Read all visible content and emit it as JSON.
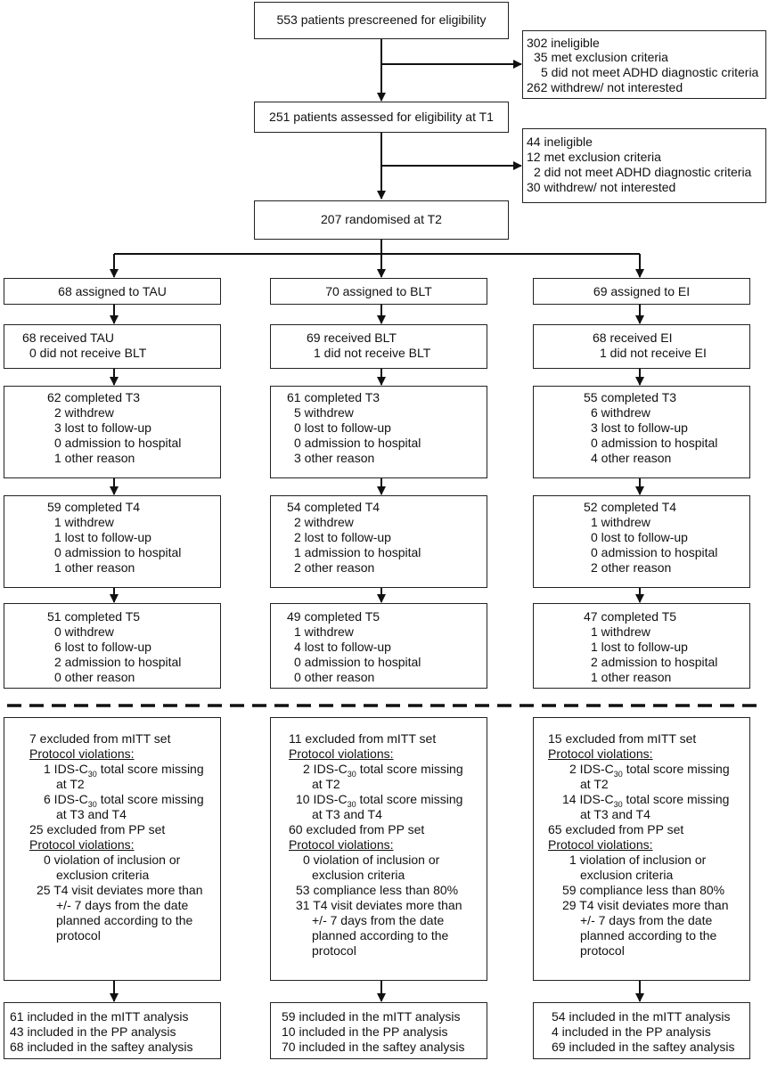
{
  "top": {
    "prescreened": "553 patients prescreened for eligibility",
    "excl1": [
      "302 ineligible",
      "35 met exclusion criteria",
      "5 did not meet ADHD diagnostic criteria",
      "262 withdrew/ not interested"
    ],
    "assessed": "251 patients assessed for eligibility at T1",
    "excl2": [
      "44 ineligible",
      "12 met exclusion criteria",
      "2 did not meet ADHD diagnostic criteria",
      "30 withdrew/ not interested"
    ],
    "randomised": "207 randomised at T2"
  },
  "arms": [
    {
      "assigned": "68 assigned to TAU",
      "received": [
        "68 received TAU",
        "0 did not receive BLT"
      ],
      "t3": [
        "62 completed T3",
        "2 withdrew",
        "3 lost to follow-up",
        "0 admission to hospital",
        "1 other reason"
      ],
      "t4": [
        "59 completed T4",
        "1 withdrew",
        "1 lost to follow-up",
        "0 admission to hospital",
        "1 other reason"
      ],
      "t5": [
        "51 completed T5",
        "0 withdrew",
        "6 lost to follow-up",
        "2 admission to hospital",
        "0 other reason"
      ],
      "excl": {
        "mitt": "7 excluded from mITT set",
        "pv1": "Protocol violations:",
        "m1a": "1 IDS-C",
        "m1sub": "30",
        "m1b": " total score missing",
        "m1c": "at T2",
        "m2a": "6 IDS-C",
        "m2sub": "30",
        "m2b": " total score missing",
        "m2c": "at T3 and T4",
        "pp": "25 excluded from PP set",
        "pv2": "Protocol violations:",
        "v": [
          "0 violation of inclusion or",
          "exclusion criteria",
          "25 T4 visit deviates more than",
          "+/- 7 days from the date",
          "planned according to the",
          "protocol"
        ]
      },
      "final": [
        "61 included in the mITT analysis",
        "43 included in the PP analysis",
        "68 included in the saftey analysis"
      ]
    },
    {
      "assigned": "70 assigned to BLT",
      "received": [
        "69 received BLT",
        "1 did not receive BLT"
      ],
      "t3": [
        "61 completed T3",
        "5 withdrew",
        "0 lost to follow-up",
        "0 admission to hospital",
        "3 other reason"
      ],
      "t4": [
        "54 completed T4",
        "2 withdrew",
        "2 lost to follow-up",
        "1 admission to hospital",
        "2 other reason"
      ],
      "t5": [
        "49 completed T5",
        "1 withdrew",
        "4 lost to follow-up",
        "0 admission to hospital",
        "0 other reason"
      ],
      "excl": {
        "mitt": "11 excluded from mITT set",
        "pv1": "Protocol violations:",
        "m1a": "2 IDS-C",
        "m1sub": "30",
        "m1b": " total score missing",
        "m1c": "at T2",
        "m2a": "10 IDS-C",
        "m2sub": "30",
        "m2b": " total score missing",
        "m2c": "at T3 and T4",
        "pp": "60 excluded from PP set",
        "pv2": "Protocol violations:",
        "v": [
          "0 violation of inclusion or",
          "exclusion criteria",
          "53 compliance less than 80%",
          "31 T4 visit deviates more than",
          "+/- 7 days from the date",
          "planned according to the",
          "protocol"
        ]
      },
      "final": [
        "59 included in the mITT analysis",
        "10 included in the PP analysis",
        "70 included in the saftey analysis"
      ]
    },
    {
      "assigned": "69 assigned to EI",
      "received": [
        "68 received EI",
        "1 did not receive EI"
      ],
      "t3": [
        "55 completed T3",
        "6 withdrew",
        "3 lost to follow-up",
        "0 admission to hospital",
        "4 other reason"
      ],
      "t4": [
        "52 completed T4",
        "1 withdrew",
        "0 lost to follow-up",
        "0 admission to hospital",
        "2 other reason"
      ],
      "t5": [
        "47 completed T5",
        "1 withdrew",
        "1 lost to follow-up",
        "2 admission to hospital",
        "1 other reason"
      ],
      "excl": {
        "mitt": "15 excluded from mITT set",
        "pv1": "Protocol violations:",
        "m1a": "2 IDS-C",
        "m1sub": "30",
        "m1b": " total score missing",
        "m1c": "at T2",
        "m2a": "14 IDS-C",
        "m2sub": "30",
        "m2b": " total score missing",
        "m2c": "at T3 and T4",
        "pp": "65 excluded from PP set",
        "pv2": "Protocol violations:",
        "v": [
          "1 violation of inclusion or",
          "exclusion criteria",
          "59 compliance less than 80%",
          "29 T4 visit deviates more than",
          "+/- 7 days from the date",
          "planned according to the",
          "protocol"
        ]
      },
      "final": [
        "54 included in the mITT analysis",
        "4 included in the PP analysis",
        "69 included in the saftey analysis"
      ]
    }
  ]
}
